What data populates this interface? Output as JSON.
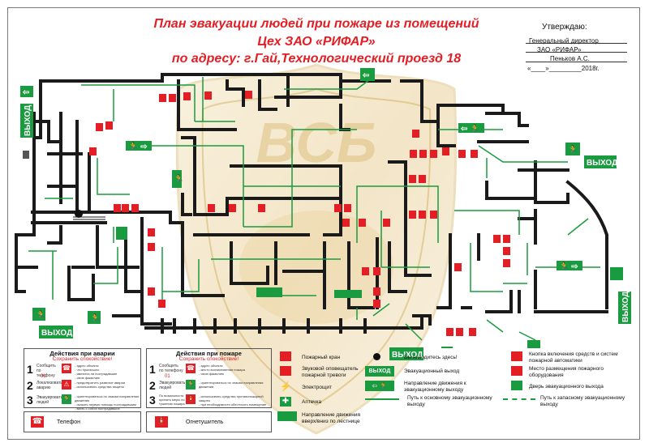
{
  "header": {
    "title_line1": "План эвакуации людей при пожаре из помещений",
    "title_line2": "Цех ЗАО «РИФАР»",
    "title_line3": "по адресу: г.Гай,Технологический проезд 18"
  },
  "approval": {
    "heading": "Утверждаю:",
    "position": "Генеральный директор",
    "company": "ЗАО «РИФАР»",
    "name": "Пеньков А.С.",
    "date": "«____»_________2018г."
  },
  "exits": {
    "label": "ВЫХОД"
  },
  "accident_box": {
    "title": "Действия при аварии",
    "subtitle": "Сохранить спокойствие!",
    "step1_label": "Сообщить по телефону",
    "step1_number": "01",
    "step1_text": "- адрес объекта\n- что произошло\n- имеются ли пострадавшие\n- свою фамилию",
    "step2_label": "Локализовать аварию",
    "step2_text": "- предотвратить развитие аварии\n- использовать средства защиты",
    "step3_label": "Эвакуировать людей",
    "step3_text": "- ориентироваться по знакам направления движения\n- оказать первую помощь пострадавшим\n- взять с собой пострадавших"
  },
  "fire_box": {
    "title": "Действия при пожаре",
    "subtitle": "Сохранить спокойствие!",
    "step1_label": "Сообщить по телефону",
    "step1_number": "01",
    "step1_text": "- адрес объекта\n- место возникновения пожара\n- свою фамилию",
    "step2_label": "Эвакуировать людей",
    "step2_text": "- ориентироваться по знакам направления движения",
    "step3_label": "По возможности принять меры по тушению пожара",
    "step3_text": "- использовать средства противопожарной защиты\n- при необходимости обесточить помещение"
  },
  "bottom_legend": {
    "phone": "Телефон",
    "extinguisher": "Огнетушитель"
  },
  "legend": {
    "hydrant": "Пожарный кран",
    "alarm": "Звуковой оповещатель пожарной тревоги",
    "shield": "Электрощит",
    "first_aid": "Аптечка",
    "stairs": "Направление движения вверх/вниз по лестнице",
    "you_are_here": "Вы находитесь здесь!",
    "exit_sign": "Эвакуационный выход",
    "direction": "Направление движения к эвакуационному выходу",
    "main_path": "Путь к основному эвакуационному выходу",
    "fire_button": "Кнопка включения средств и систем пожарной автоматики",
    "equipment": "Место размещения пожарного оборудования",
    "door": "Дверь эвакуационного выхода",
    "spare_path": "Путь к запасному эвакуационному выходу"
  },
  "colors": {
    "title_red": "#e31e24",
    "exit_green": "#1a9b3f",
    "wall": "#1a1a1a",
    "sign_red": "#e31e24"
  }
}
